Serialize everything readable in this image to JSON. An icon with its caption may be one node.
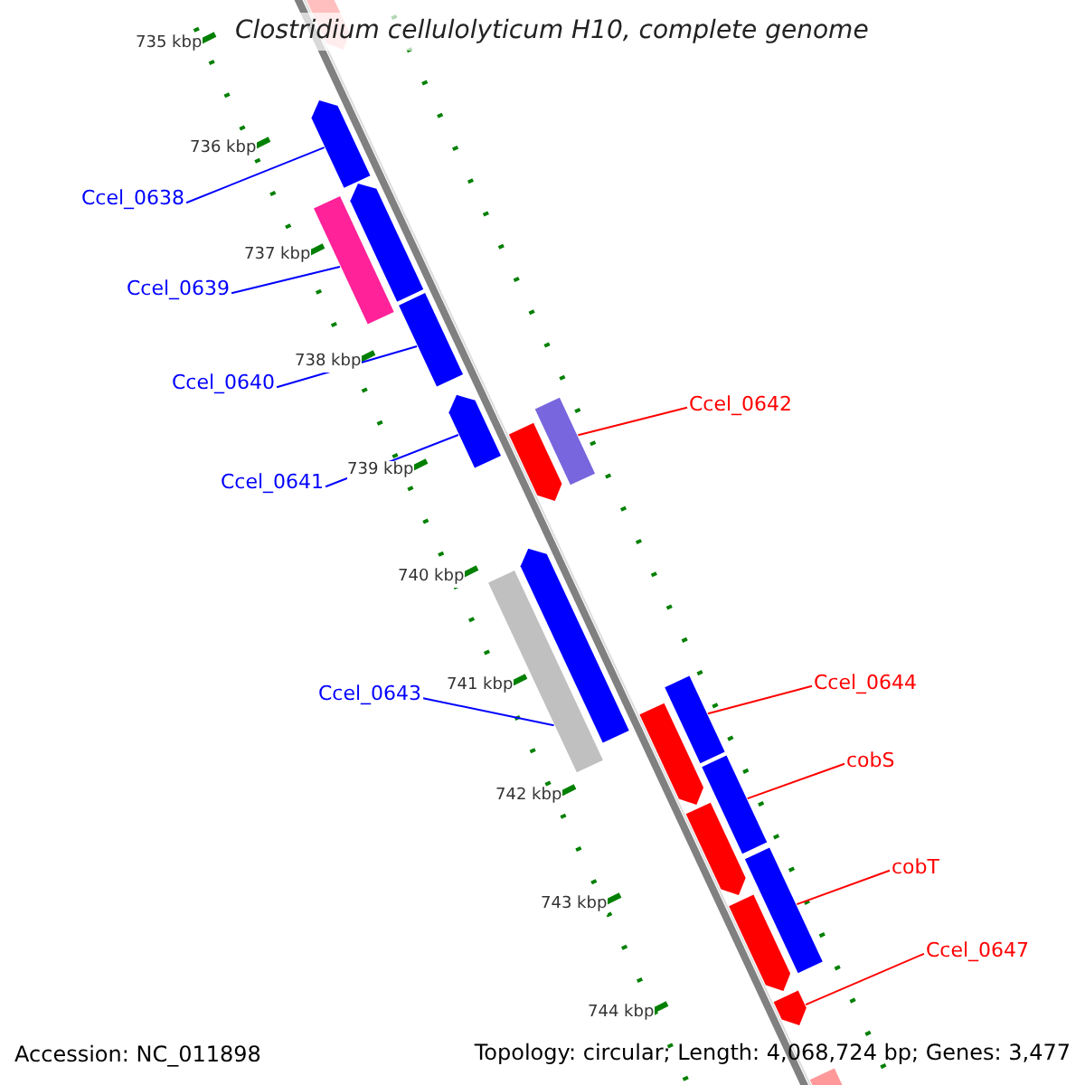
{
  "diagram": {
    "title": "Clostridium cellulolyticum H10, complete genome",
    "nodes": [
      {
        "text": [
          "Ccel_0638"
        ]
      },
      {
        "text": [
          "Ccel_0639"
        ]
      },
      {
        "text": [
          "Ccel_0640"
        ]
      },
      {
        "text": [
          "Ccel_0641"
        ]
      },
      {
        "text": [
          "Ccel_0642"
        ]
      },
      {
        "text": [
          "Ccel_0643"
        ]
      },
      {
        "text": [
          "Ccel_0644"
        ]
      },
      {
        "text": [
          "cobS"
        ]
      },
      {
        "text": [
          "cobT"
        ]
      },
      {
        "text": [
          "Ccel_0647"
        ]
      },
      {
        "text": [],
        "shape": "arrow"
      },
      {
        "text": [],
        "shape": "arrow"
      },
      {
        "text": [],
        "shape": "arrow"
      },
      {
        "text": [],
        "shape": "bar"
      },
      {
        "text": [],
        "shape": "bar"
      },
      {
        "text": [],
        "shape": "arrow"
      },
      {
        "text": [],
        "shape": "bar"
      },
      {
        "text": [],
        "shape": "arrow"
      },
      {
        "text": [],
        "shape": "arrow"
      },
      {
        "text": [],
        "shape": "bar"
      },
      {
        "text": [],
        "shape": "bar"
      },
      {
        "text": [],
        "shape": "arrow"
      },
      {
        "text": [],
        "shape": "bar"
      },
      {
        "text": [],
        "shape": "arrow"
      },
      {
        "text": [],
        "shape": "bar"
      },
      {
        "text": [],
        "shape": "arrow"
      },
      {
        "text": [],
        "shape": "arrow"
      },
      {
        "text": [],
        "shape": "bar"
      }
    ],
    "edges": [
      {
        "from": 0,
        "to": 11,
        "arrow": "none"
      },
      {
        "from": 1,
        "to": 13,
        "arrow": "none"
      },
      {
        "from": 2,
        "to": 14,
        "arrow": "none"
      },
      {
        "from": 3,
        "to": 15,
        "arrow": "none"
      },
      {
        "from": 4,
        "to": 16,
        "arrow": "none",
        "color": "#ff0000"
      },
      {
        "from": 5,
        "to": 19,
        "arrow": "none"
      },
      {
        "from": 6,
        "to": 20,
        "arrow": "none",
        "color": "#ff0000"
      },
      {
        "from": 7,
        "to": 22,
        "arrow": "none",
        "color": "#ff0000"
      },
      {
        "from": 8,
        "to": 24,
        "arrow": "none",
        "color": "#ff0000"
      },
      {
        "from": 9,
        "to": 26,
        "arrow": "none",
        "color": "#ff0000"
      }
    ],
    "labels": [
      "735 kbp",
      "736 kbp",
      "737 kbp",
      "738 kbp",
      "739 kbp",
      "740 kbp",
      "741 kbp",
      "742 kbp",
      "743 kbp",
      "744 kbp",
      "Accession: NC_011898",
      "Topology: circular; Length: 4,068,724 bp; Genes: 3,477"
    ]
  }
}
